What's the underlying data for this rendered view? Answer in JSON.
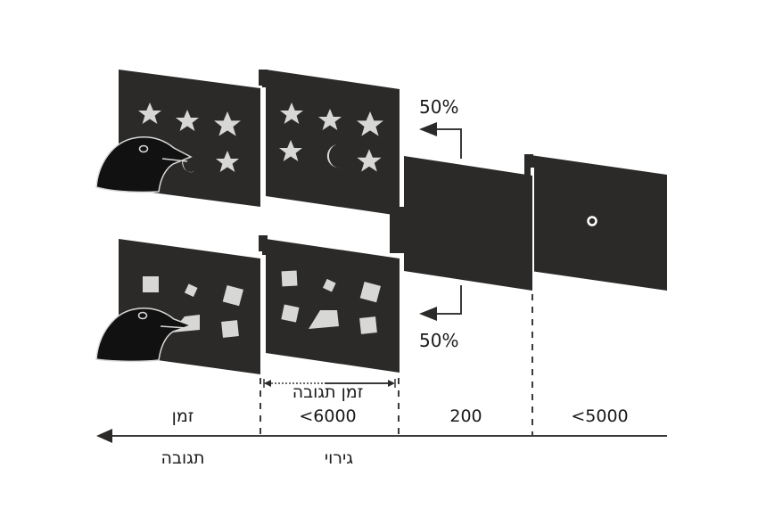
{
  "colors": {
    "panel": "#2b2a28",
    "shape": "#d7d8d6",
    "line": "#3a3a3a",
    "background": "#ffffff"
  },
  "branches": {
    "top": {
      "percent": "50%",
      "stimulus_type": "stars",
      "odd_item": "crescent-moon"
    },
    "bottom": {
      "percent": "50%",
      "stimulus_type": "squares",
      "odd_item": "trapezoid"
    }
  },
  "fixation": {
    "symbol": "o"
  },
  "timeline": {
    "segments": [
      {
        "id": "fixation",
        "duration": "<5000"
      },
      {
        "id": "blank",
        "duration": "200"
      },
      {
        "id": "stimulus",
        "duration": "<6000",
        "sub_label": "זמן תגובה",
        "phase_label": "גירוי"
      },
      {
        "id": "response",
        "label_top": "זמן",
        "label_bottom": "תגובה"
      }
    ],
    "axis_direction": "right-to-left"
  }
}
